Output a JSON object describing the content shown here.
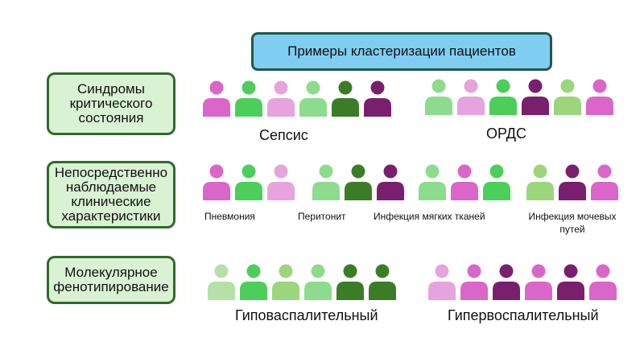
{
  "title": "Примеры кластеризации пациентов",
  "colors": {
    "magenta": "#d966c8",
    "pink": "#e7a3de",
    "purple": "#7a1f6e",
    "green": "#4ccf5a",
    "light_green": "#8ddc8d",
    "dark_green": "#3b7d27",
    "pale_green": "#b5e0a7",
    "lime_green": "#9bd67c"
  },
  "rows": [
    {
      "category": "Синдромы\nкритического\nсостояния",
      "groups": [
        {
          "label": "Сепсис",
          "people": [
            "magenta",
            "green",
            "pink",
            "light_green",
            "dark_green",
            "purple"
          ]
        },
        {
          "label": "ОРДС",
          "people": [
            "light_green",
            "pink",
            "green",
            "purple",
            "lime_green",
            "magenta"
          ]
        }
      ]
    },
    {
      "category": "Непосредственно\nнаблюдаемые\nклинические\nхарактеристики",
      "groups": [
        {
          "label": "Пневмония",
          "people": [
            "magenta",
            "green",
            "pink"
          ]
        },
        {
          "label": "Перитонит",
          "people": [
            "light_green",
            "dark_green",
            "purple"
          ]
        },
        {
          "label": "Инфекция мягких тканей",
          "people": [
            "light_green",
            "magenta",
            "green"
          ]
        },
        {
          "label": "Инфекция мочевых\nпутей",
          "people": [
            "lime_green",
            "purple",
            "magenta"
          ]
        }
      ]
    },
    {
      "category": "Молекулярное\nфенотипирование",
      "groups": [
        {
          "label": "Гиповаспалительный",
          "people": [
            "pale_green",
            "green",
            "lime_green",
            "light_green",
            "dark_green",
            "dark_green"
          ]
        },
        {
          "label": "Гипервоспалительный",
          "people": [
            "pink",
            "magenta",
            "purple",
            "magenta",
            "purple",
            "magenta"
          ]
        }
      ]
    }
  ]
}
